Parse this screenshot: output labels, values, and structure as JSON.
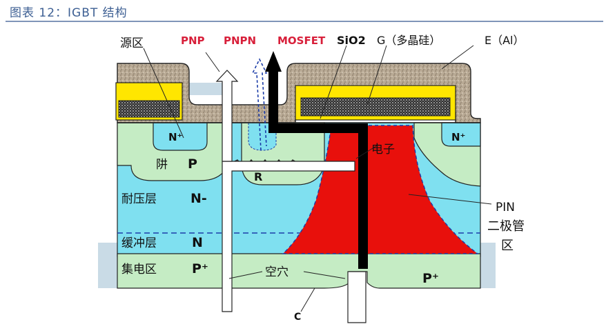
{
  "figure_title": "图表 12：IGBT 结构",
  "labels": {
    "source_region": "源区",
    "pnp": "PNP",
    "pnpn": "PNPN",
    "mosfet": "MOSFET",
    "sio2": "SiO2",
    "gate": "G（多晶硅）",
    "emitter": "E（Al）",
    "n_plus_left": "N⁺",
    "n_plus_right": "N⁺",
    "trap": "阱",
    "trap_p": "P",
    "resistor": "R",
    "electron": "电子",
    "drift_layer": "耐压层",
    "drift_n": "N-",
    "buffer_layer": "缓冲层",
    "buffer_n": "N",
    "collector_region": "集电区",
    "collector_p_left": "P⁺",
    "collector_p_right": "P⁺",
    "hole": "空穴",
    "pin_line1": "PIN",
    "pin_line2": "二极管",
    "pin_line3": "区",
    "collector": "C"
  },
  "colors": {
    "caption_blue": "#3d5f93",
    "red_label": "#d81f3a",
    "drift_cyan": "#7fe0f0",
    "p_well_green": "#c5ecc4",
    "pin_red": "#e8100c",
    "gate_yellow": "#ffe600",
    "metal_brown": "#b9aa95"
  }
}
